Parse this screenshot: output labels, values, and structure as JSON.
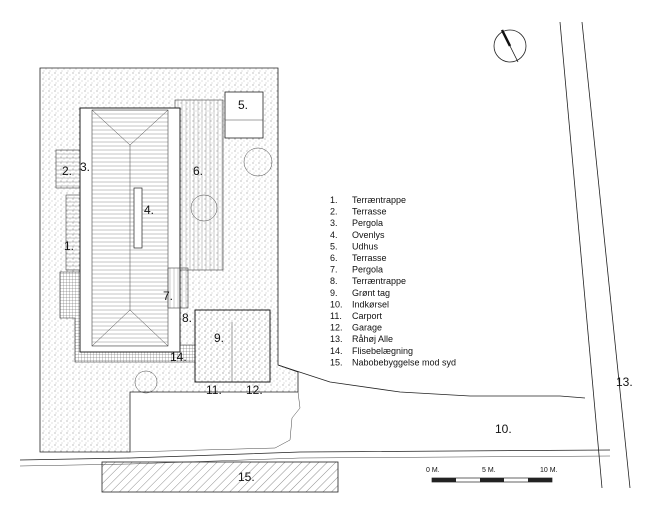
{
  "labels": {
    "l1": "1.",
    "l2": "2.",
    "l3": "3.",
    "l4": "4.",
    "l5": "5.",
    "l6": "6.",
    "l7": "7.",
    "l8": "8.",
    "l9": "9.",
    "l10": "10.",
    "l11": "11.",
    "l12": "12.",
    "l13": "13.",
    "l14": "14.",
    "l15": "15."
  },
  "legend": [
    {
      "num": "1.",
      "text": "Terræntrappe"
    },
    {
      "num": "2.",
      "text": "Terrasse"
    },
    {
      "num": "3.",
      "text": "Pergola"
    },
    {
      "num": "4.",
      "text": "Ovenlys"
    },
    {
      "num": "5.",
      "text": "Udhus"
    },
    {
      "num": "6.",
      "text": "Terrasse"
    },
    {
      "num": "7.",
      "text": "Pergola"
    },
    {
      "num": "8.",
      "text": "Terræntrappe"
    },
    {
      "num": "9.",
      "text": "Grønt tag"
    },
    {
      "num": "10.",
      "text": "Indkørsel"
    },
    {
      "num": "11.",
      "text": "Carport"
    },
    {
      "num": "12.",
      "text": "Garage"
    },
    {
      "num": "13.",
      "text": "Råhøj Alle"
    },
    {
      "num": "14.",
      "text": "Flisebelægning"
    },
    {
      "num": "15.",
      "text": "Nabobebyggelse mod syd"
    }
  ],
  "scale": {
    "m0": "0 M.",
    "m5": "5 M.",
    "m10": "10 M."
  }
}
